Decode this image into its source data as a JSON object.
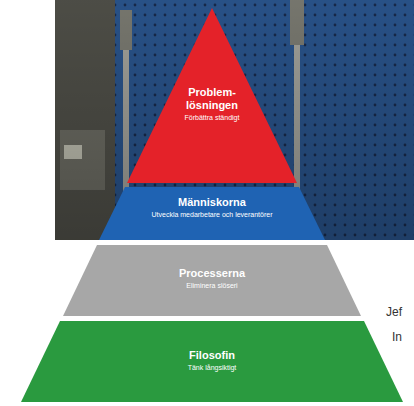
{
  "diagram": {
    "nodes": [
      {
        "text": [
          "Problem- lösningen",
          "Förbättra ständigt"
        ]
      },
      {
        "text": [
          "Människorna",
          "Utveckla medarbetare och leverantörer"
        ]
      },
      {
        "text": [
          "Processerna",
          "Eliminera slöseri"
        ]
      },
      {
        "text": [
          "Filosofin",
          "Tänk långsiktigt"
        ]
      }
    ],
    "labels": [
      "Jef",
      "In"
    ]
  }
}
